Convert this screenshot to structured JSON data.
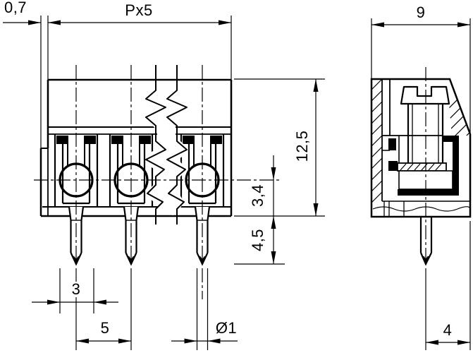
{
  "labels": {
    "wall_thickness": "0,7",
    "pitch_span": "Px5",
    "side_width": "9",
    "body_height": "12,5",
    "center_to_bottom": "3,4",
    "pin_length": "4,5",
    "opening_width": "3",
    "pin_pitch": "5",
    "pin_diameter": "Ø1",
    "pin_to_edge": "4"
  },
  "colors": {
    "line": "#000000",
    "background": "#ffffff"
  }
}
